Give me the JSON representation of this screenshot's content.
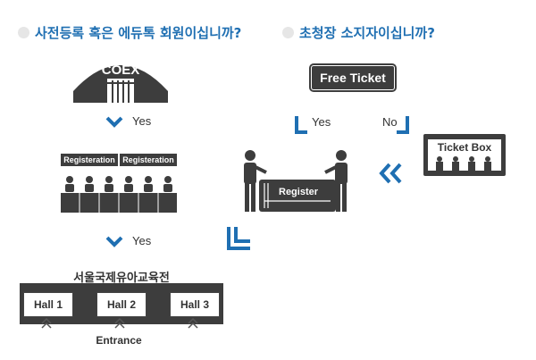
{
  "questions": {
    "left": "사전등록 혹은 에듀톡 회원이십니까?",
    "right": "초청장 소지자이십니까?"
  },
  "coex": {
    "label": "COEX"
  },
  "flow": {
    "yes_top": "Yes",
    "yes_bottom": "Yes",
    "yes_right": "Yes",
    "no_right": "No"
  },
  "free_ticket": {
    "label": "Free Ticket"
  },
  "ticket_box": {
    "label": "Ticket Box"
  },
  "register_desk": {
    "label": "Register"
  },
  "registration": {
    "labels": [
      "Registeration",
      "Registeration"
    ]
  },
  "venue": {
    "title": "서울국제유아교육전",
    "halls": [
      "Hall 1",
      "Hall 2",
      "Hall 3"
    ],
    "entrance": "Entrance"
  },
  "colors": {
    "accent": "#1f6fb2",
    "dark": "#3d3d3d",
    "light": "#e6e6e6"
  }
}
